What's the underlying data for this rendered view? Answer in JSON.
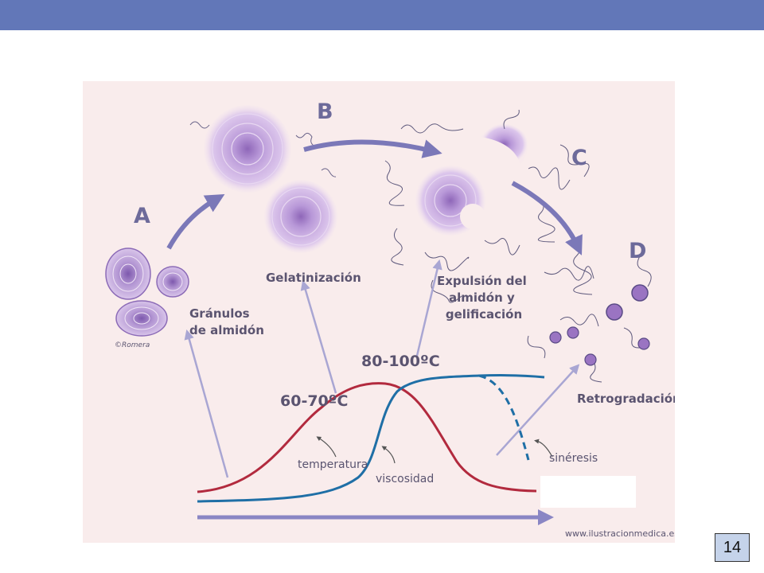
{
  "header": {
    "bar_color": "#6277b8"
  },
  "diagram": {
    "stages": [
      {
        "letter": "A",
        "label_lines": [
          "Gránulos",
          "de almidón"
        ]
      },
      {
        "letter": "B",
        "label_lines": [
          "Gelatinización"
        ]
      },
      {
        "letter": "C",
        "label_lines": [
          "Expulsión del",
          "almidón y",
          "gelificación"
        ]
      },
      {
        "letter": "D",
        "label_lines": [
          "Retrogradación"
        ]
      }
    ],
    "temperatures": {
      "low": "60-70ºC",
      "high": "80-100ºC"
    },
    "curves": {
      "temperature": {
        "label": "temperatura",
        "color": "#b22a3e"
      },
      "viscosity": {
        "label": "viscosidad",
        "color": "#1f6fa6"
      },
      "syneresis": {
        "label": "sinéresis"
      }
    },
    "credit": "©Romera",
    "website": "www.ilustracionmedica.es",
    "colors": {
      "background": "#f9ecec",
      "granule": "#9a78c0",
      "arrow": "#7b78b8",
      "pointer": "#a9a6d3"
    }
  },
  "page_number": "14"
}
